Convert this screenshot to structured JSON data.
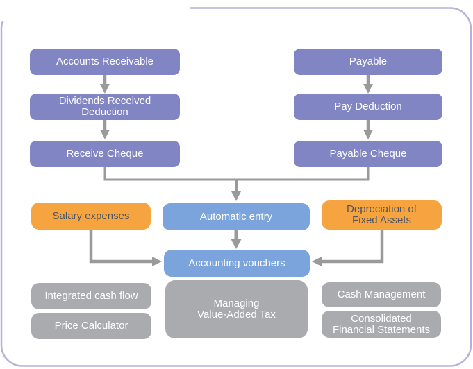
{
  "colors": {
    "purple": "#8285c3",
    "blue": "#7ba3dc",
    "orange": "#f6a440",
    "gray": "#aaabae",
    "arrow": "#9a9a9a",
    "frame_border": "#b6b2d9",
    "light_text": "#ffffff",
    "dark_text": "#4f5661",
    "background": "#ffffff"
  },
  "nodes": {
    "accounts_receivable": {
      "label": "Accounts Receivable"
    },
    "payable": {
      "label": "Payable"
    },
    "dividends_received_deduction": {
      "label": "Dividends Received\nDeduction"
    },
    "pay_deduction": {
      "label": "Pay Deduction"
    },
    "receive_cheque": {
      "label": "Receive Cheque"
    },
    "payable_cheque": {
      "label": "Payable Cheque"
    },
    "salary_expenses": {
      "label": "Salary expenses"
    },
    "automatic_entry": {
      "label": "Automatic entry"
    },
    "depreciation_fixed_assets": {
      "label": "Depreciation of\nFixed Assets"
    },
    "accounting_vouchers": {
      "label": "Accounting vouchers"
    },
    "integrated_cash_flow": {
      "label": "Integrated cash flow"
    },
    "price_calculator": {
      "label": "Price Calculator"
    },
    "managing_value_added_tax": {
      "label": "Managing\nValue-Added Tax"
    },
    "cash_management": {
      "label": "Cash Management"
    },
    "consolidated_financial_statements": {
      "label": "Consolidated\nFinancial Statements"
    }
  }
}
